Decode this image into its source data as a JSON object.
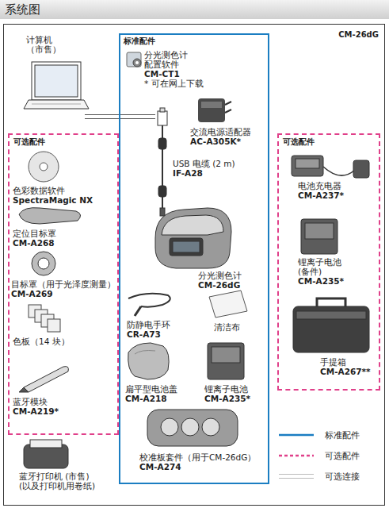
{
  "diagram": {
    "title": "系统图",
    "nodes": [
      {
        "text": [
          "CM-26dG"
        ]
      },
      {
        "text": [
          "计算机 （市售）"
        ],
        "in": 0
      },
      {
        "text": [
          "标准配件"
        ],
        "in": 0
      },
      {
        "text": [
          "分光测色计 配置软件",
          "CM-CT1",
          "* 可在网上下载"
        ],
        "in": 2
      },
      {
        "text": [
          "交流电源适配器",
          "AC-A305K*"
        ],
        "in": 2
      },
      {
        "text": [
          "USB 电缆 (2 m)",
          "IF-A28"
        ],
        "in": 2
      },
      {
        "text": [
          "分光测色计",
          "CM-26dG"
        ],
        "in": 2
      },
      {
        "text": [
          "防静电手环",
          "CR-A73"
        ],
        "in": 2
      },
      {
        "text": [
          "清洁布"
        ],
        "in": 2
      },
      {
        "text": [
          "扁平型电池盖",
          "CM-A218"
        ],
        "in": 2
      },
      {
        "text": [
          "锂离子电池",
          "CM-A235*"
        ],
        "in": 2
      },
      {
        "text": [
          "校准板套件（用于CM-26dG）",
          "CM-A274"
        ],
        "in": 2
      },
      {
        "text": [
          "可选配件"
        ],
        "in": 0
      },
      {
        "text": [
          "色彩数据软件",
          "SpectraMagic NX"
        ],
        "in": 12
      },
      {
        "text": [
          "定位目标罩",
          "CM-A268"
        ],
        "in": 12
      },
      {
        "text": [
          "目标罩（用于光泽度测量）",
          "CM-A269"
        ],
        "in": 12
      },
      {
        "text": [
          "色板（14 块）"
        ],
        "in": 12
      },
      {
        "text": [
          "蓝牙模块",
          "CM-A219*"
        ],
        "in": 12
      },
      {
        "text": [
          "可选配件"
        ],
        "in": 0
      },
      {
        "text": [
          "电池充电器",
          "CM-A237*"
        ],
        "in": 18
      },
      {
        "text": [
          "锂离子电池 (备件)",
          "CM-A235*"
        ],
        "in": 18
      },
      {
        "text": [
          "手提箱",
          "CM-A267**"
        ],
        "in": 18
      },
      {
        "text": [
          "蓝牙打印机 (市售) (以及打印机用卷纸)"
        ],
        "in": 0
      }
    ],
    "edges": [
      {
        "from": 1,
        "to": 5,
        "arrow": "none"
      }
    ],
    "legend": [
      {
        "text": "标准配件"
      },
      {
        "text": "可选配件"
      },
      {
        "text": "可选连接"
      }
    ]
  }
}
